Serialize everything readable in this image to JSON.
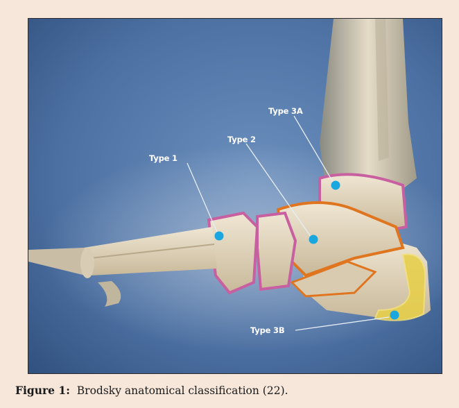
{
  "figure": {
    "labels": {
      "type1": "Type 1",
      "type2": "Type 2",
      "type3a": "Type 3A",
      "type3b": "Type 3B"
    },
    "marker_color": "#1aa7e0",
    "caption_number": "Figure 1:",
    "caption_text": "Brodsky anatomical classification (22)."
  }
}
